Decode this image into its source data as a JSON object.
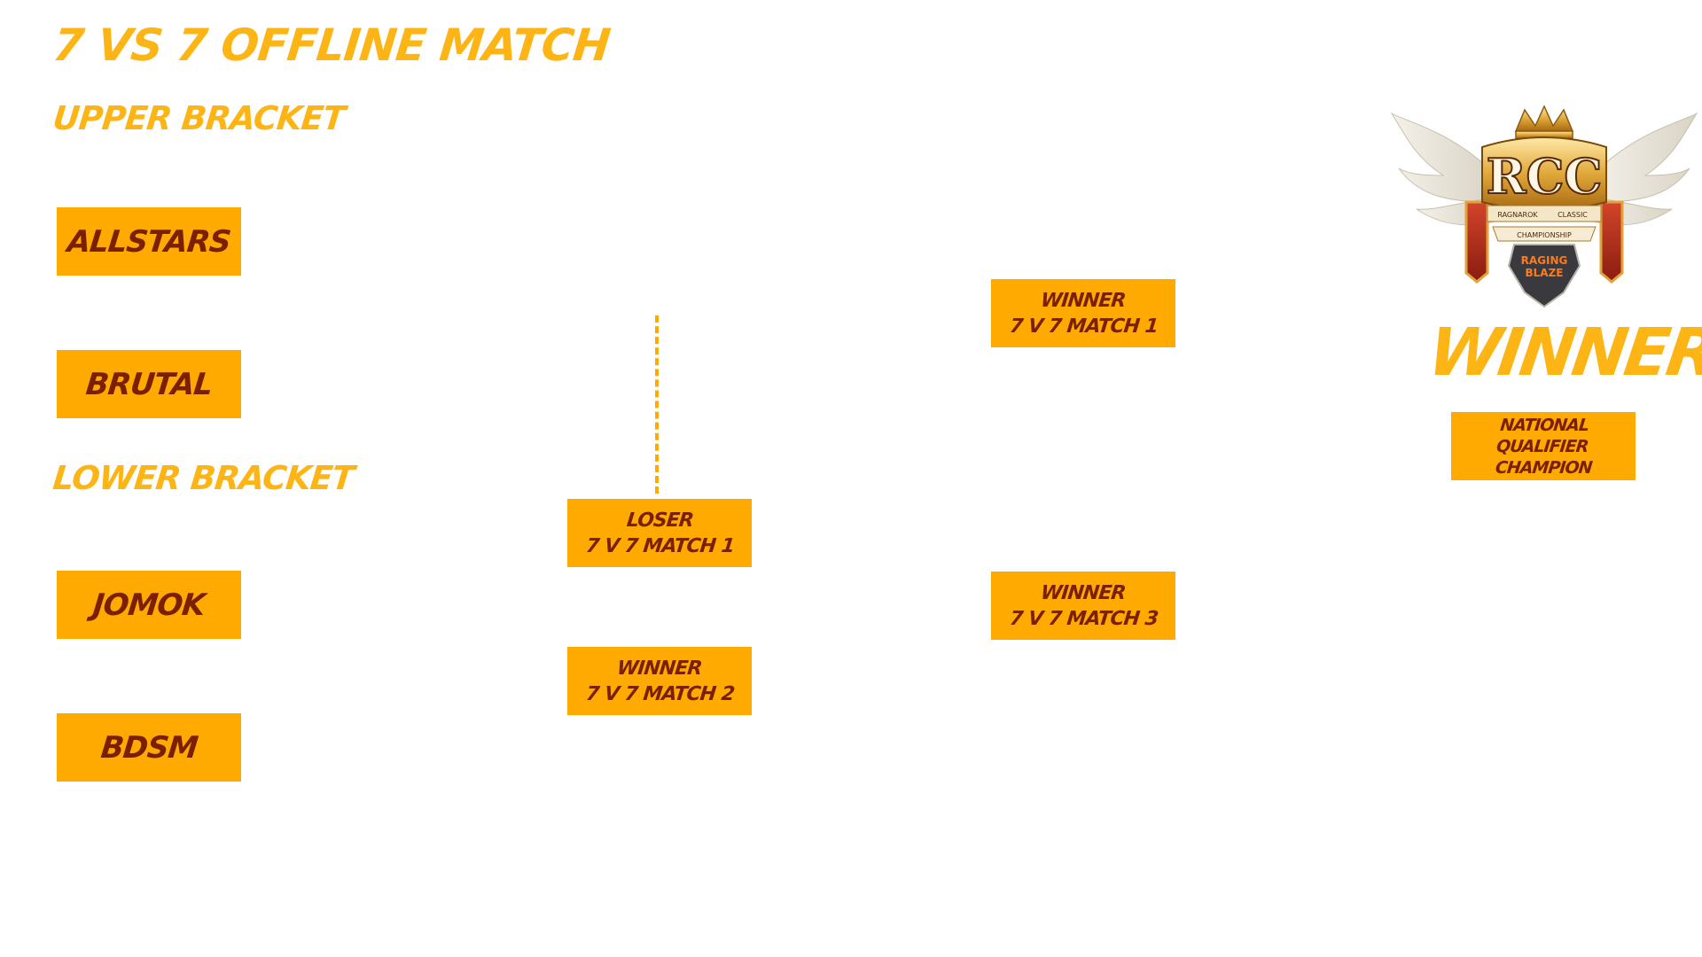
{
  "title": "7 VS 7 OFFLINE MATCH",
  "upper_bracket_label": "UPPER BRACKET",
  "lower_bracket_label": "LOWER BRACKET",
  "teams": [
    "ALLSTARS",
    "BRUTAL",
    "JOMOK",
    "BDSM"
  ],
  "slots": {
    "loser_m1": {
      "line1": "LOSER",
      "line2": "7 V 7 MATCH 1"
    },
    "winner_m2": {
      "line1": "WINNER",
      "line2": "7 V 7 MATCH 2"
    },
    "winner_m1": {
      "line1": "WINNER",
      "line2": "7 V 7 MATCH 1"
    },
    "winner_m3": {
      "line1": "WINNER",
      "line2": "7 V 7 MATCH 3"
    }
  },
  "winner_label": "WINNER",
  "final_box": {
    "line1": "NATIONAL QUALIFIER",
    "line2": "CHAMPION"
  },
  "logo": {
    "letters": "RCC",
    "subtitle_left": "RAGNAROK",
    "subtitle_right": "CLASSIC",
    "banner": "CHAMPIONSHIP",
    "badge_line1": "RAGING",
    "badge_line2": "BLAZE"
  },
  "colors": {
    "heading": "#fdb515",
    "box_fill": "#ffaa00",
    "box_text": "#7a1f00"
  }
}
